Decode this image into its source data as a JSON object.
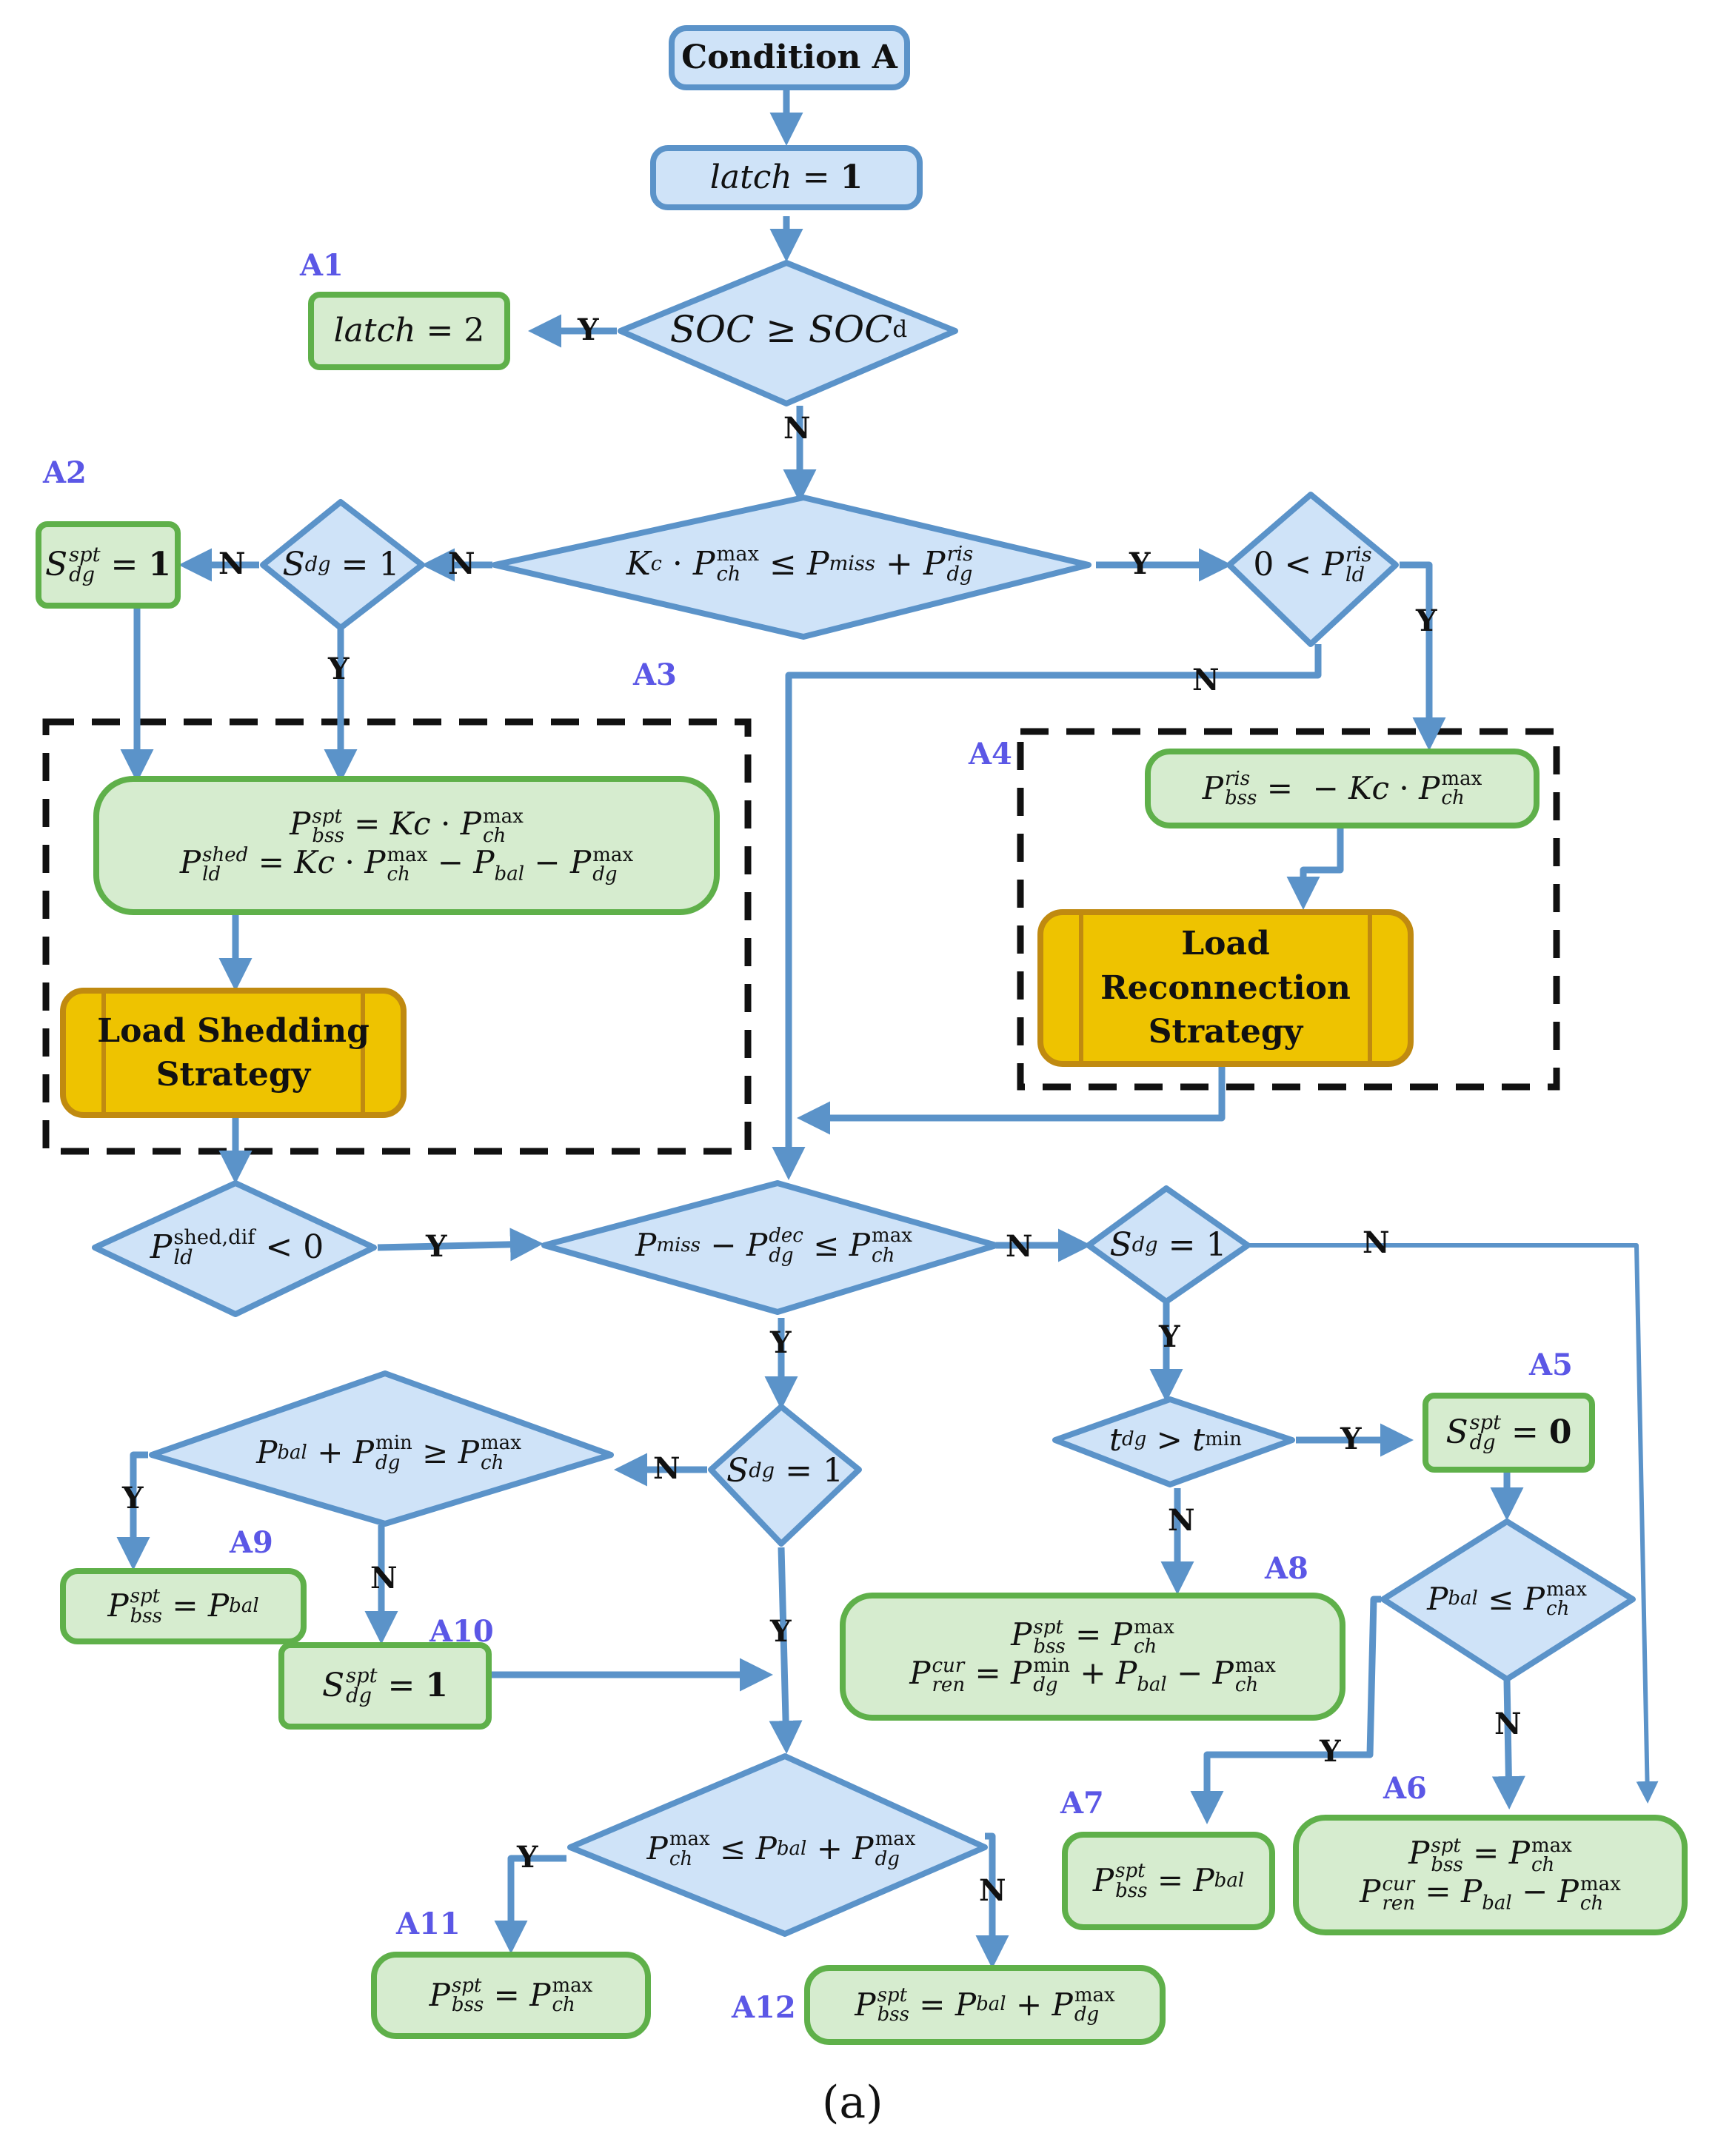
{
  "colors": {
    "diamond_fill": "#cfe3f8",
    "diamond_stroke": "#5b93c9",
    "process_fill": "#d6eccf",
    "process_stroke": "#5fb04a",
    "strategy_fill": "#eec300",
    "strategy_stroke": "#c08a10",
    "arrow": "#5b93c9",
    "tag": "#5b57e6"
  },
  "nodes": {
    "condition_a": "Condition A",
    "latch1": "latch = 1",
    "soc": "SOC ≥ SOCd",
    "latch2": "latch = 2",
    "kc": "Kc · Pch^max ≤ Pmiss + Pdg^ris",
    "sdg_top": "Sdg = 1",
    "sdg_spt_1": "Sdg^spt = 1",
    "pld_ris": "0 < Pld^ris",
    "a3_box": [
      "Pbss^spt = Kc · Pch^max",
      "Pld^shed = Kc · Pch^max − Pbal − Pdg^max"
    ],
    "load_shedding": [
      "Load Shedding",
      "Strategy"
    ],
    "a4_box": "Pbss^ris = − Kc · Pch^max",
    "load_reconnection": [
      "Load",
      "Reconnection",
      "Strategy"
    ],
    "shed_dif": "Pld^shed,dif < 0",
    "pmiss": "Pmiss − Pdg^dec ≤ Pch^max",
    "sdg_right": "Sdg = 1",
    "sdg_mid": "Sdg = 1",
    "pbal_pdg": "Pbal + Pdg^min ≥ Pch^max",
    "a9_box": "Pbss^spt = Pbal",
    "a10_box": "Sdg^spt = 1",
    "tdg": "tdg > tmin",
    "a5_box": "Sdg^spt = 0",
    "a8_box": [
      "Pbss^spt = Pch^max",
      "Pren^cur = Pdg^min + Pbal − Pch^max"
    ],
    "pbal_pch": "Pbal ≤ Pch^max",
    "a7_box": "Pbss^spt = Pbal",
    "a6_box": [
      "Pbss^spt = Pch^max",
      "Pren^cur = Pbal − Pch^max"
    ],
    "pch_pbal": "Pch^max ≤ Pbal + Pdg^max",
    "a11_box": "Pbss^spt = Pch^max",
    "a12_box": "Pbss^spt = Pbal + Pdg^max"
  },
  "tags": {
    "a1": "A1",
    "a2": "A2",
    "a3": "A3",
    "a4": "A4",
    "a5": "A5",
    "a6": "A6",
    "a7": "A7",
    "a8": "A8",
    "a9": "A9",
    "a10": "A10",
    "a11": "A11",
    "a12": "A12"
  },
  "edges": {
    "y": "Y",
    "n": "N"
  },
  "caption": "(a)"
}
